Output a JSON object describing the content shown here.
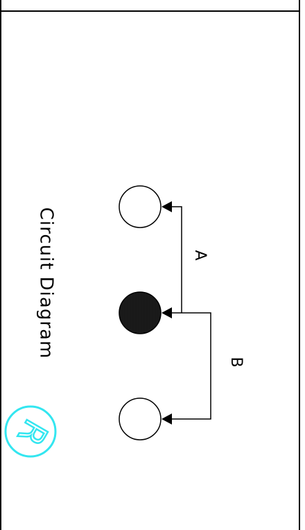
{
  "diagram": {
    "title": "Circuit Diagram",
    "line_a_label": "A",
    "line_b_label": "B",
    "logo_text": "R",
    "colors": {
      "ink": "#000000",
      "logo": "#33e6f0",
      "filled_node": "#1a1a1a"
    }
  }
}
